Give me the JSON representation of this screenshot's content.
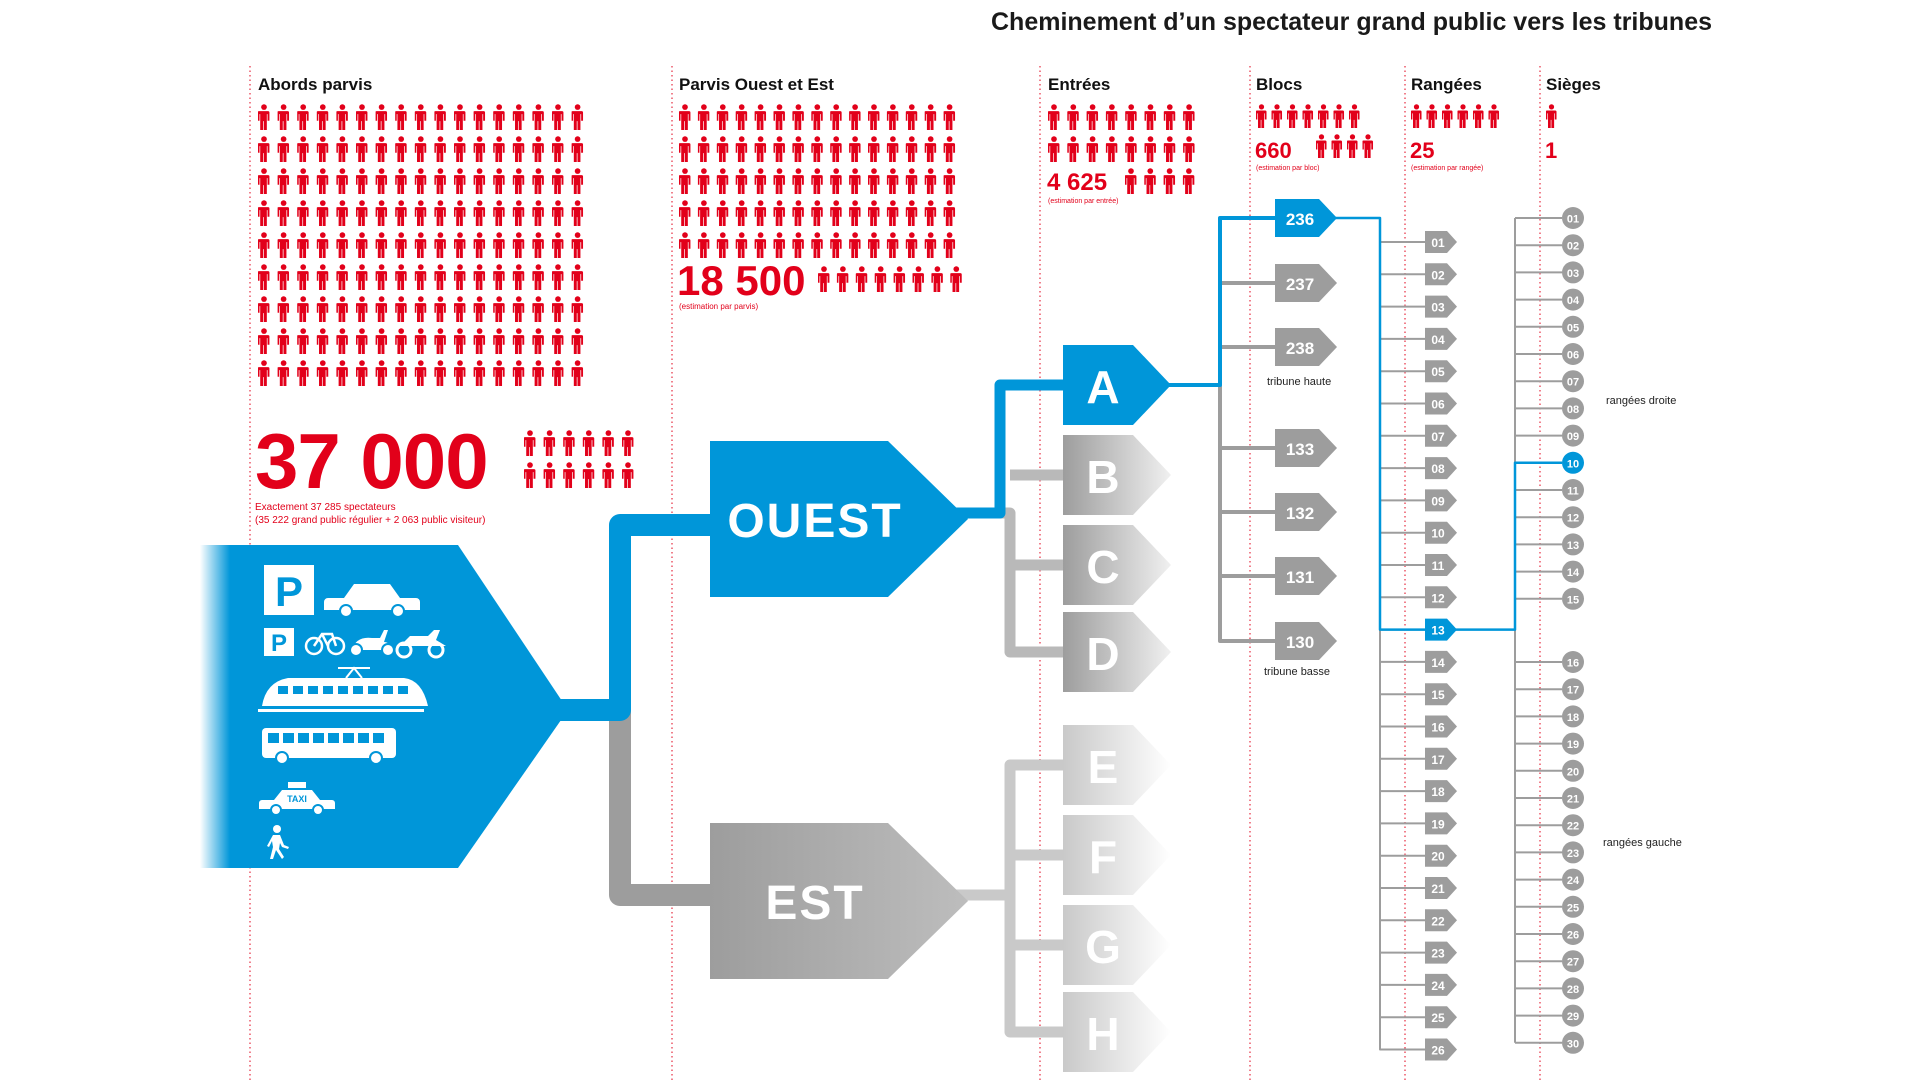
{
  "title": "Cheminement d’un spectateur grand public vers les tribunes",
  "colors": {
    "accent_red": "#e2001a",
    "accent_blue": "#0096d9",
    "grey": "#9d9d9d",
    "light_grey": "#cccccc"
  },
  "columns": [
    {
      "label": "Abords parvis"
    },
    {
      "label": "Parvis Ouest et Est"
    },
    {
      "label": "Entrées"
    },
    {
      "label": "Blocs"
    },
    {
      "label": "Rangées"
    },
    {
      "label": "Sièges"
    }
  ],
  "stats": {
    "abords": {
      "value": "37 000",
      "note_line1": "Exactement 37 285 spectateurs",
      "note_line2": "(35 222 grand public régulier + 2 063 public visiteur)"
    },
    "parvis": {
      "value": "18 500",
      "note": "(estimation par parvis)"
    },
    "entrees": {
      "value": "4 625",
      "note": "(estimation par entrée)"
    },
    "blocs": {
      "value": "660",
      "note": "(estimation par bloc)"
    },
    "rangees": {
      "value": "25",
      "note": "(estimation par rangée)"
    },
    "sieges": {
      "value": "1"
    }
  },
  "transport_icons": [
    "parking-icon",
    "car-icon",
    "bicycle-icon",
    "scooter-icon",
    "motorcycle-icon",
    "tram-icon",
    "bus-icon",
    "taxi-icon",
    "pedestrian-icon"
  ],
  "transport_labels": {
    "parking": "P",
    "taxi": "TAXI"
  },
  "parvis_nodes": [
    {
      "label": "OUEST",
      "active": true
    },
    {
      "label": "EST",
      "active": false
    }
  ],
  "entrances": [
    {
      "label": "A",
      "active": true
    },
    {
      "label": "B",
      "active": false
    },
    {
      "label": "C",
      "active": false
    },
    {
      "label": "D",
      "active": false
    },
    {
      "label": "E",
      "active": false,
      "faded": true
    },
    {
      "label": "F",
      "active": false,
      "faded": true
    },
    {
      "label": "G",
      "active": false,
      "faded": true
    },
    {
      "label": "H",
      "active": false,
      "faded": true
    }
  ],
  "blocks": [
    {
      "label": "236",
      "active": true
    },
    {
      "label": "237",
      "active": false
    },
    {
      "label": "238",
      "active": false
    },
    {
      "label": "133",
      "active": false
    },
    {
      "label": "132",
      "active": false
    },
    {
      "label": "131",
      "active": false
    },
    {
      "label": "130",
      "active": false
    }
  ],
  "block_notes": {
    "upper": "tribune haute",
    "lower": "tribune basse"
  },
  "rows": [
    "01",
    "02",
    "03",
    "04",
    "05",
    "06",
    "07",
    "08",
    "09",
    "10",
    "11",
    "12",
    "13",
    "14",
    "15",
    "16",
    "17",
    "18",
    "19",
    "20",
    "21",
    "22",
    "23",
    "24",
    "25",
    "26"
  ],
  "active_row": "13",
  "seats": [
    "01",
    "02",
    "03",
    "04",
    "05",
    "06",
    "07",
    "08",
    "09",
    "10",
    "11",
    "12",
    "13",
    "14",
    "15",
    "16",
    "17",
    "18",
    "19",
    "20",
    "21",
    "22",
    "23",
    "24",
    "25",
    "26",
    "27",
    "28",
    "29",
    "30"
  ],
  "active_seat": "10",
  "seat_notes": {
    "right": "rangées droite",
    "left": "rangées gauche"
  }
}
